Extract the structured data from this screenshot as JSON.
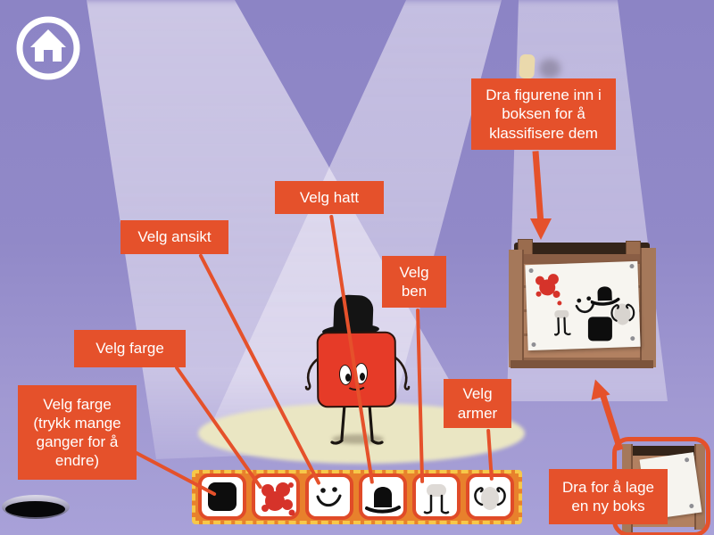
{
  "scene": {
    "name": "figure-classification-tutorial",
    "colors": {
      "accent_orange": "#e5512b",
      "background_top": "#8c84c5",
      "background_bottom": "#a8a1d8",
      "character_red": "#e63b28",
      "toolbar_strip": "#e8812c",
      "wood": "#b28161",
      "floor_spot": "#eae6c3"
    }
  },
  "annotations": {
    "drag_into_box": {
      "text": "Dra figurene inn i\nboksen for å\nklassifisere dem"
    },
    "velg_hatt": {
      "text": "Velg hatt"
    },
    "velg_ansikt": {
      "text": "Velg ansikt"
    },
    "velg_farge": {
      "text": "Velg farge"
    },
    "velg_farge_long": {
      "text": "Velg farge\n(trykk mange\nganger for å\nendre)"
    },
    "velg_ben": {
      "text": "Velg\nben"
    },
    "velg_armer": {
      "text": "Velg\narmer"
    },
    "drag_new_box": {
      "text": "Dra for å lage\nen ny boks"
    }
  },
  "toolbar": {
    "items": [
      {
        "id": "color-black",
        "icon": "black-square-icon"
      },
      {
        "id": "color-red",
        "icon": "red-blob-icon"
      },
      {
        "id": "face",
        "icon": "smiley-face-icon"
      },
      {
        "id": "hat",
        "icon": "hat-icon"
      },
      {
        "id": "legs",
        "icon": "legs-icon"
      },
      {
        "id": "arms",
        "icon": "arms-icon"
      }
    ]
  },
  "classification_box": {
    "sign_icons": [
      "red-blob",
      "legs",
      "face",
      "hat",
      "black-square",
      "arms"
    ]
  }
}
